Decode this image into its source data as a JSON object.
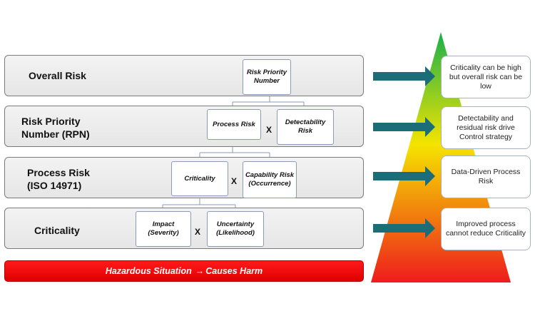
{
  "levels": [
    {
      "label": "Overall Risk"
    },
    {
      "label": "Risk Priority Number (RPN)"
    },
    {
      "label": "Process Risk (ISO 14971)"
    },
    {
      "label": "Criticality"
    }
  ],
  "boxes": {
    "rpn": "Risk Priority Number",
    "process_risk": "Process Risk",
    "detectability_risk": "Detectability Risk",
    "criticality": "Criticality",
    "capability_risk": "Capability Risk (Occurrence)",
    "impact": "Impact (Severity)",
    "uncertainty": "Uncertainty (Likelihood)"
  },
  "multiply_symbol": "X",
  "hazard": {
    "text": "Hazardous Situation",
    "arrow": "→",
    "result": "Causes Harm"
  },
  "pyramid": {
    "colors": {
      "top": "#18b04a",
      "middle": "#f5e400",
      "bottom": "#ee1c1c"
    }
  },
  "arrow_color": "#1b6e78",
  "callouts": [
    "Criticality can be high but overall risk can be low",
    "Detectability and residual risk drive Control strategy",
    "Data-Driven Process Risk",
    "Improved process cannot reduce Criticality"
  ]
}
